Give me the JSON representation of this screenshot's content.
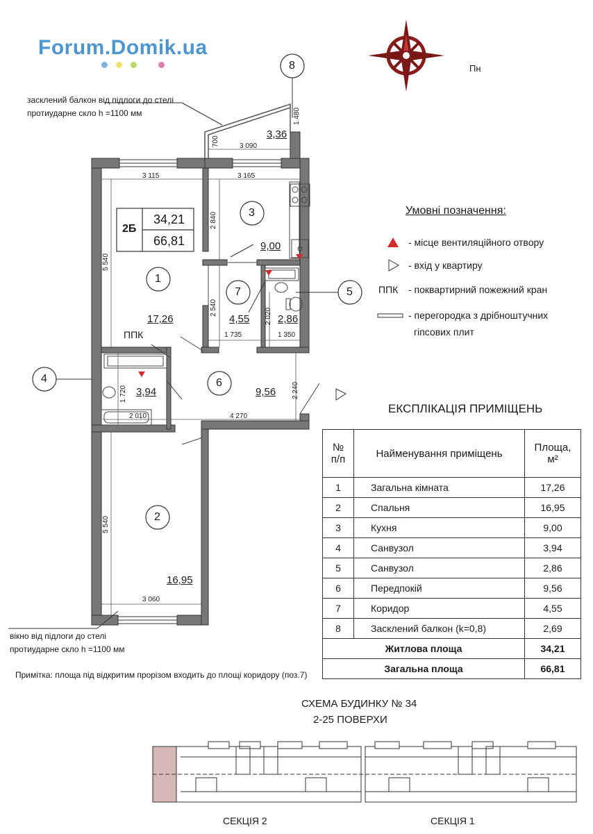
{
  "watermark": {
    "text": "Forum.Domik.ua",
    "dot_colors": [
      "#7fb2e0",
      "#f2e06f",
      "#b8d86a",
      "#e07fa8"
    ]
  },
  "compass": {
    "label": "Пн"
  },
  "balcony_note": {
    "line1": "засклений балкон від підлоги до стелі",
    "line2": "протиударне скло h =1100 мм"
  },
  "window_note": {
    "line1": "вікно від підлоги до стелі",
    "line2": "протиударне скло h =1100 мм"
  },
  "footnote": "Примітка: площа під відкритим прорізом входить до площі коридору (поз.7)",
  "apartment_badge": {
    "type": "2Б",
    "living_area": "34,21",
    "total_area": "66,81"
  },
  "callouts": [
    "8",
    "4",
    "5"
  ],
  "ppk_label": "ППК",
  "room_numbers": [
    "1",
    "2",
    "3",
    "6",
    "7"
  ],
  "room_areas": {
    "r1": "17,26",
    "r2": "16,95",
    "r3": "9,00",
    "r4": "3,94",
    "r5": "2,86",
    "r6": "9,56",
    "r7": "4,55",
    "r8": "3,36"
  },
  "dimensions": {
    "d3115": "3 115",
    "d3165": "3 165",
    "d3090": "3 090",
    "d1480": "1 480",
    "d700": "700",
    "d2840": "2 840",
    "d5540a": "5 540",
    "d2540": "2 540",
    "d2020": "2 020",
    "d1735": "1 735",
    "d1350": "1 350",
    "d1720": "1 720",
    "d2010": "2 010",
    "d4270": "4 270",
    "d2240": "2 240",
    "d5540b": "5 540",
    "d3060": "3 060"
  },
  "legend": {
    "title": "Умовні позначення:",
    "items": [
      {
        "symbol": "- місце вентиляційного отвору"
      },
      {
        "symbol": "- вхід у квартиру"
      },
      {
        "code": "ППК",
        "symbol": "- поквартирний пожежний кран"
      },
      {
        "symbol": "- перегородка з дрібноштучних",
        "line2": "гіпсових плит"
      }
    ]
  },
  "explication": {
    "title": "ЕКСПЛІКАЦІЯ ПРИМІЩЕНЬ",
    "headers": {
      "num_1": "№",
      "num_2": "п/п",
      "name": "Найменування приміщень",
      "area_1": "Площа,",
      "area_2": "м²"
    },
    "rows": [
      {
        "num": "1",
        "name": "Загальна кімната",
        "area": "17,26"
      },
      {
        "num": "2",
        "name": "Спальня",
        "area": "16,95"
      },
      {
        "num": "3",
        "name": "Кухня",
        "area": "9,00"
      },
      {
        "num": "4",
        "name": "Санвузол",
        "area": "3,94"
      },
      {
        "num": "5",
        "name": "Санвузол",
        "area": "2,86"
      },
      {
        "num": "6",
        "name": "Передпокій",
        "area": "9,56"
      },
      {
        "num": "7",
        "name": "Коридор",
        "area": "4,55"
      },
      {
        "num": "8",
        "name": "Засклений балкон (k=0,8)",
        "area": "2,69"
      }
    ],
    "living_label": "Житлова площа",
    "living_value": "34,21",
    "total_label": "Загальна площа",
    "total_value": "66,81"
  },
  "building_scheme": {
    "title": "СХЕМА БУДИНКУ № 34",
    "subtitle": "2-25 ПОВЕРХИ",
    "section_left": "СЕКЦІЯ  2",
    "section_right": "СЕКЦІЯ  1"
  }
}
